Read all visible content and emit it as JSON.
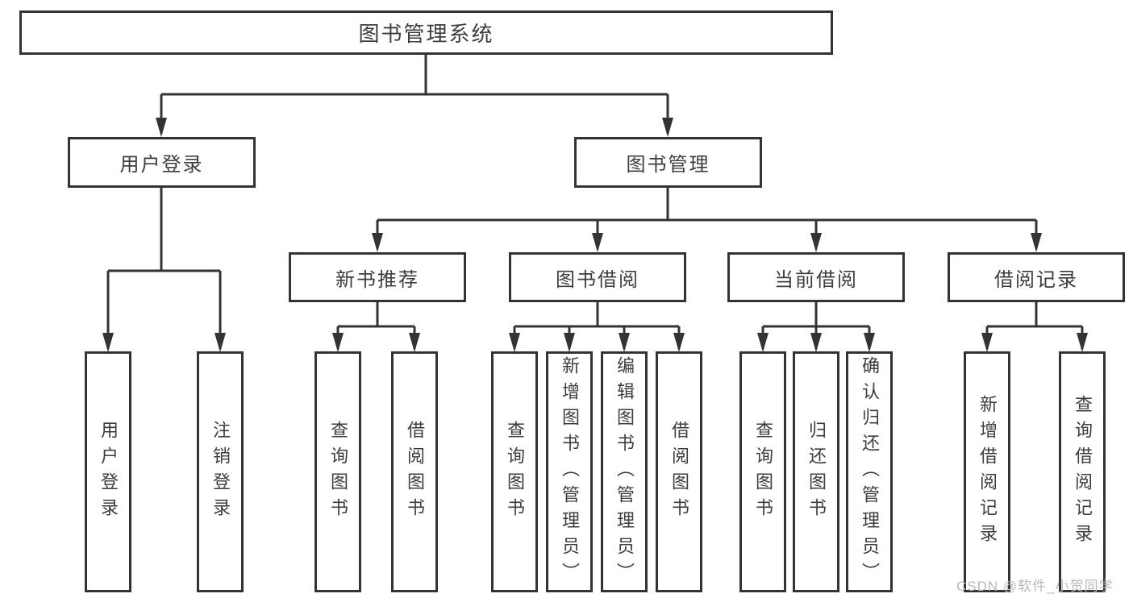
{
  "diagram": {
    "root": {
      "label": "图书管理系统"
    },
    "level1": [
      {
        "label": "用户登录"
      },
      {
        "label": "图书管理"
      }
    ],
    "level2": [
      {
        "label": "新书推荐"
      },
      {
        "label": "图书借阅"
      },
      {
        "label": "当前借阅"
      },
      {
        "label": "借阅记录"
      }
    ],
    "leaves": {
      "user": [
        "用户登录",
        "注销登录"
      ],
      "newbook": [
        "查询图书",
        "借阅图书"
      ],
      "borrow": [
        "查询图书",
        "新增图书（管理员）",
        "编辑图书（管理员）",
        "借阅图书"
      ],
      "current": [
        "查询图书",
        "归还图书",
        "确认归还（管理员）"
      ],
      "records": [
        "新增借阅记录",
        "查询借阅记录"
      ]
    }
  },
  "watermark": "CSDN @软件_小贺同学",
  "colors": {
    "line": "#333333",
    "border": "#333333",
    "text": "#3d3d3d",
    "watermark": "#b9b9b9",
    "background": "#ffffff"
  }
}
